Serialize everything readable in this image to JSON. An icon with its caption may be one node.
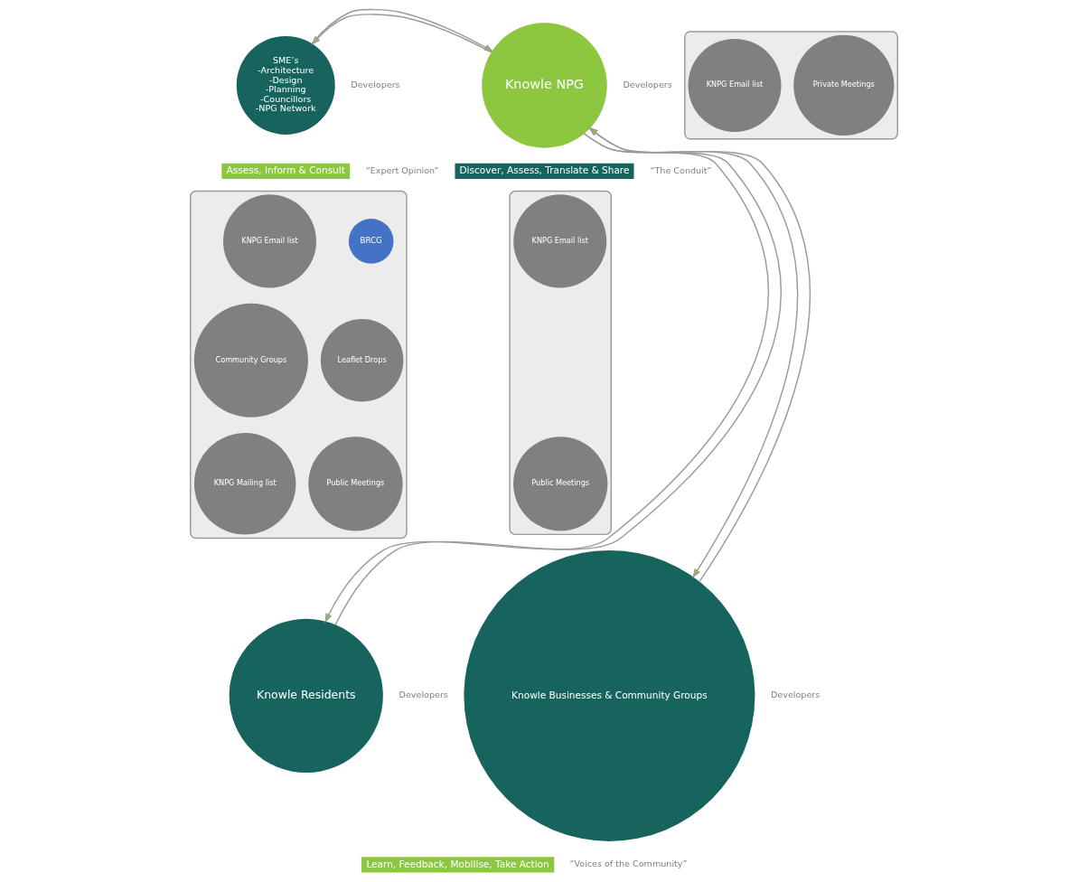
{
  "diagram": {
    "nodes": [
      {
        "text": [
          "SME’s",
          "-Architecture",
          "-Design",
          "-Planning",
          "-Councillors",
          "-NPG Network"
        ],
        "beside": [
          "Developers"
        ]
      },
      {
        "text": [
          "Assess, Inform & Consult"
        ],
        "beside": [
          "“Expert Opinion”"
        ]
      },
      {
        "text": [],
        "shape": "lens"
      },
      {
        "text": [
          "Private Meetings"
        ],
        "in": 2
      },
      {
        "text": [
          "KNPG Email list"
        ],
        "in": 2
      },
      {
        "text": [
          "Knowle NPG"
        ],
        "beside": [
          "Developers"
        ]
      },
      {
        "text": [
          "Discover, Assess, Translate & Share"
        ],
        "beside": [
          "“The Conduit”"
        ]
      },
      {
        "text": [],
        "shape": "lens"
      },
      {
        "text": [
          "BRCG"
        ],
        "in": 7
      },
      {
        "text": [
          "KNPG Email list"
        ],
        "in": 7
      },
      {
        "text": [
          "Leaflet Drops"
        ],
        "in": 7
      },
      {
        "text": [
          "Community Groups"
        ],
        "in": 7
      },
      {
        "text": [
          "Public Meetings"
        ],
        "in": 7
      },
      {
        "text": [
          "KNPG Mailing list"
        ],
        "in": 7
      },
      {
        "text": [],
        "shape": "lens"
      },
      {
        "text": [
          "KNPG Email list"
        ],
        "in": 14
      },
      {
        "text": [
          "Public Meetings"
        ],
        "in": 14
      },
      {
        "text": [
          "Knowle Residents"
        ],
        "beside": [
          "Developers"
        ]
      },
      {
        "text": [
          "Knowle Businesses & Community Groups"
        ],
        "beside": [
          "Developers"
        ]
      },
      {
        "text": [
          "Learn, Feedback, Mobilise, Take Action"
        ],
        "beside": [
          "“Voices of the Community”"
        ]
      }
    ],
    "edges": [
      {
        "from": 5,
        "to": 0,
        "arrow": "to"
      },
      {
        "from": 0,
        "to": 5,
        "arrow": "to"
      },
      {
        "from": 17,
        "to": 5,
        "arrow": "to"
      },
      {
        "from": 5,
        "to": 17,
        "arrow": "to"
      },
      {
        "from": 5,
        "to": 18,
        "arrow": "to"
      },
      {
        "from": 18,
        "to": 5,
        "arrow": "to"
      }
    ]
  }
}
